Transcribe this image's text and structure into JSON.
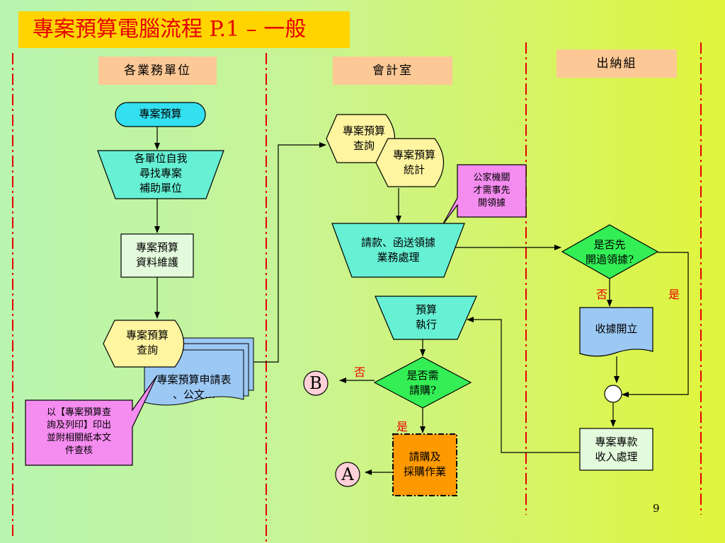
{
  "title": "專案預算電腦流程 P.1 – 一般",
  "lanes": {
    "units": "各業務單位",
    "accounting": "會計室",
    "cashier": "出納組"
  },
  "nodes": {
    "start": "專案預算",
    "find_unit": [
      "各單位自我",
      "尋找專案",
      "補助單位"
    ],
    "maintain": [
      "專案預算",
      "資料維護"
    ],
    "query_left": [
      "專案預算",
      "查詢"
    ],
    "docs": [
      "專案預算申請表",
      "、公文…"
    ],
    "note_left": [
      "以【專案預算查",
      "詢及列印】印出",
      "並附相關紙本文",
      "件查核"
    ],
    "query_right": [
      "專案預算",
      "查詢"
    ],
    "stats": [
      "專案預算",
      "統計"
    ],
    "note_right": [
      "公家機關",
      "才需事先",
      "開領據"
    ],
    "payment": [
      "請款、函送領據",
      "業務處理"
    ],
    "execute": [
      "預算",
      "執行"
    ],
    "need_purchase": [
      "是否需",
      "請購?"
    ],
    "purchase": [
      "請購及",
      "採購作業"
    ],
    "receipt_decision": [
      "是否先",
      "開過領據?"
    ],
    "receipt": "收據開立",
    "income": [
      "專案專款",
      "收入處理"
    ],
    "connector_a": "A",
    "connector_b": "B"
  },
  "labels": {
    "no1": "否",
    "yes1": "是",
    "no2": "否",
    "yes2": "是"
  },
  "page_number": "9",
  "colors": {
    "title_bg": "#ffd400",
    "title_text": "#e60000",
    "lane_header": "#fcc896",
    "terminator": "#33e0f0",
    "process": "#66f0d4",
    "light_box": "#e4fadc",
    "display": "#fff4a0",
    "document": "#9cc8f4",
    "callout": "#f58cf0",
    "decision": "#33ee55",
    "purchase": "#ff9900",
    "lane_divider": "#e60000"
  }
}
